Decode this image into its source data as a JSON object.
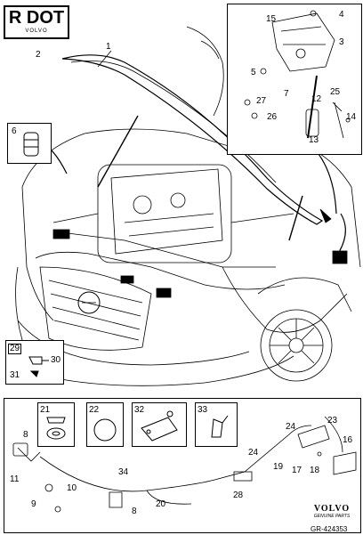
{
  "badge": {
    "text": "R DOT",
    "maker": "VOLVO"
  },
  "brand": {
    "name": "VOLVO",
    "tagline": "GENUINE PARTS"
  },
  "reference": "GR-424353",
  "callouts": {
    "n1": "1",
    "n2": "2",
    "n3": "3",
    "n4": "4",
    "n5": "5",
    "n6": "6",
    "n7": "7",
    "n8a": "8",
    "n8b": "8",
    "n9": "9",
    "n10": "10",
    "n11": "11",
    "n12": "12",
    "n13": "13",
    "n14": "14",
    "n15": "15",
    "n16": "16",
    "n17": "17",
    "n18": "18",
    "n19": "19",
    "n20": "20",
    "n21": "21",
    "n22": "22",
    "n23": "23",
    "n24a": "24",
    "n24b": "24",
    "n25": "25",
    "n26": "26",
    "n27": "27",
    "n28": "28",
    "n29": "29",
    "n30": "30",
    "n31": "31",
    "n32": "32",
    "n33": "33",
    "n34": "34"
  }
}
